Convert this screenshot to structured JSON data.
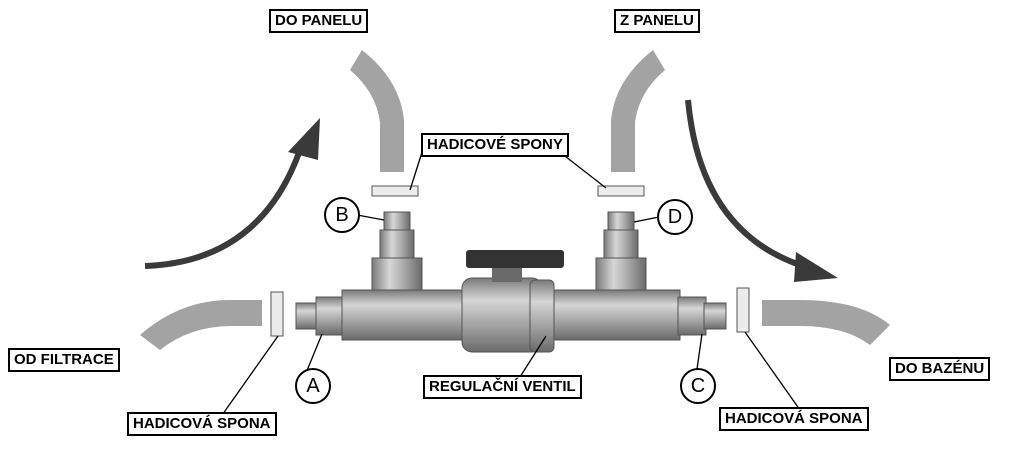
{
  "labels": {
    "to_panel": "DO PANELU",
    "from_panel": "Z PANELU",
    "hose_clamps": "HADICOVÉ SPONY",
    "from_filtration": "OD FILTRACE",
    "to_pool": "DO BAZÉNU",
    "regulating_valve": "REGULAČNÍ VENTIL",
    "hose_clamp_left": "HADICOVÁ SPONA",
    "hose_clamp_right": "HADICOVÁ SPONA"
  },
  "markers": {
    "a": "A",
    "b": "B",
    "c": "C",
    "d": "D"
  },
  "colors": {
    "hose": "#a3a3a3",
    "arrow": "#3a3a3a",
    "pipe": "#8e8e8e",
    "pipe_light": "#cfcfcf",
    "handle": "#333333",
    "clamp": "#ececec"
  }
}
